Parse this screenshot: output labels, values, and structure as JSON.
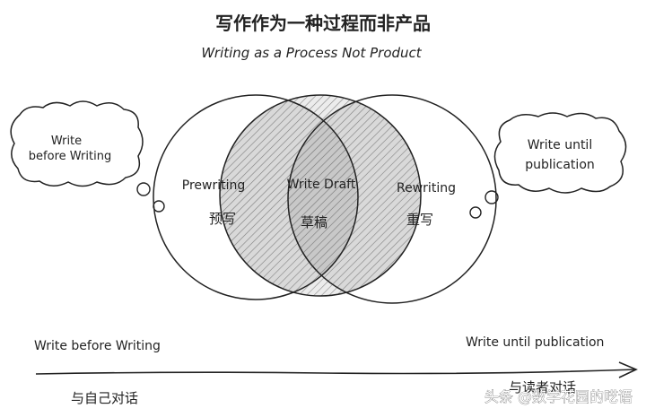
{
  "title": "写作作为一种过程而非产品",
  "subtitle": "Writing as a Process Not Product",
  "cloud_left": {
    "line1": "Write",
    "line2": "before Writing"
  },
  "cloud_right": {
    "line1": "Write until",
    "line2": "publication"
  },
  "circles": {
    "left": {
      "en": "Prewriting",
      "zh": "预写"
    },
    "middle": {
      "en": "Write Draft",
      "zh": "草稿"
    },
    "right": {
      "en": "Rewriting",
      "zh": "重写"
    }
  },
  "timeline": {
    "start_en": "Write before Writing",
    "end_en": "Write until publication",
    "start_zh": "与自己对话",
    "end_zh": "与读者对话"
  },
  "watermark": "头条 @数学花园的呓语",
  "colors": {
    "ink": "#222222",
    "hatch": "#bdbdbd",
    "background": "#ffffff"
  }
}
